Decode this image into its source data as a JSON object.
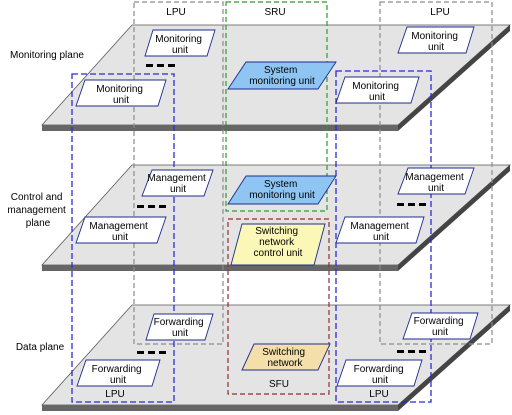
{
  "planes": [
    {
      "label_lines": [
        "Monitoring plane"
      ]
    },
    {
      "label_lines": [
        "Control and",
        "management",
        "plane"
      ]
    },
    {
      "label_lines": [
        "Data plane"
      ]
    }
  ],
  "boxes": {
    "lpu_left_top": "LPU",
    "sru": "SRU",
    "lpu_right_top": "LPU",
    "sfu": "SFU",
    "lpu_left_bottom": "LPU",
    "lpu_right_bottom": "LPU"
  },
  "units": {
    "mon_back_left": [
      "Monitoring",
      "unit"
    ],
    "mon_front_left": [
      "Monitoring",
      "unit"
    ],
    "mon_center": [
      "System",
      "monitoring unit"
    ],
    "mon_front_right": [
      "Monitoring",
      "unit"
    ],
    "mon_back_right": [
      "Monitoring",
      "unit"
    ],
    "mgmt_back_left": [
      "Management",
      "unit"
    ],
    "mgmt_front_left": [
      "Management",
      "unit"
    ],
    "mgmt_center": [
      "System",
      "monitoring unit"
    ],
    "mgmt_switch": [
      "Switching",
      "network",
      "control unit"
    ],
    "mgmt_front_right": [
      "Management",
      "unit"
    ],
    "mgmt_back_right": [
      "Management",
      "unit"
    ],
    "fwd_back_left": [
      "Forwarding",
      "unit"
    ],
    "fwd_front_left": [
      "Forwarding",
      "unit"
    ],
    "fwd_switch": [
      "Switching",
      "network"
    ],
    "fwd_front_right": [
      "Forwarding",
      "unit"
    ],
    "fwd_back_right": [
      "Forwarding",
      "unit"
    ]
  },
  "colors": {
    "plane_top": "#e4e4e4",
    "plane_edge": "#555555",
    "lpu_back_border": "#8c8c8c",
    "lpu_front_border": "#2b2bd6",
    "sru_border": "#2e9a2e",
    "sfu_border": "#9a2a2a",
    "sru_label": "#1f5fc8",
    "sfu_label": "#8b1a8b",
    "lpu_back_label": "#9a9a9a",
    "lpu_front_label": "#1f2fb8",
    "unit_white": "#ffffff",
    "unit_blue": "#8ec5f2",
    "unit_yellow": "#fbf7b6",
    "unit_tan": "#f4dfaa"
  }
}
